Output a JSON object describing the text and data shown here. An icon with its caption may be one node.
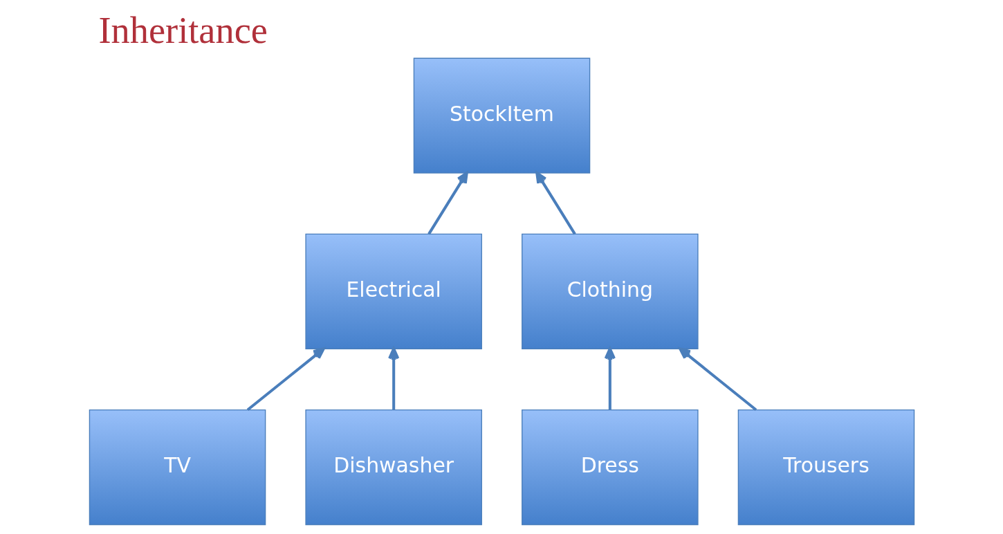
{
  "diagram": {
    "title": "Inheritance",
    "nodes": [
      {
        "text": [
          "StockItem"
        ]
      },
      {
        "text": [
          "Electrical"
        ]
      },
      {
        "text": [
          "Clothing"
        ]
      },
      {
        "text": [
          "TV"
        ]
      },
      {
        "text": [
          "Dishwasher"
        ]
      },
      {
        "text": [
          "Dress"
        ]
      },
      {
        "text": [
          "Trousers"
        ]
      }
    ],
    "edges": [
      {
        "from": 1,
        "to": 0,
        "arrow": "to"
      },
      {
        "from": 2,
        "to": 0,
        "arrow": "to"
      },
      {
        "from": 3,
        "to": 1,
        "arrow": "to"
      },
      {
        "from": 4,
        "to": 1,
        "arrow": "to"
      },
      {
        "from": 5,
        "to": 2,
        "arrow": "to"
      },
      {
        "from": 6,
        "to": 2,
        "arrow": "to"
      }
    ]
  }
}
